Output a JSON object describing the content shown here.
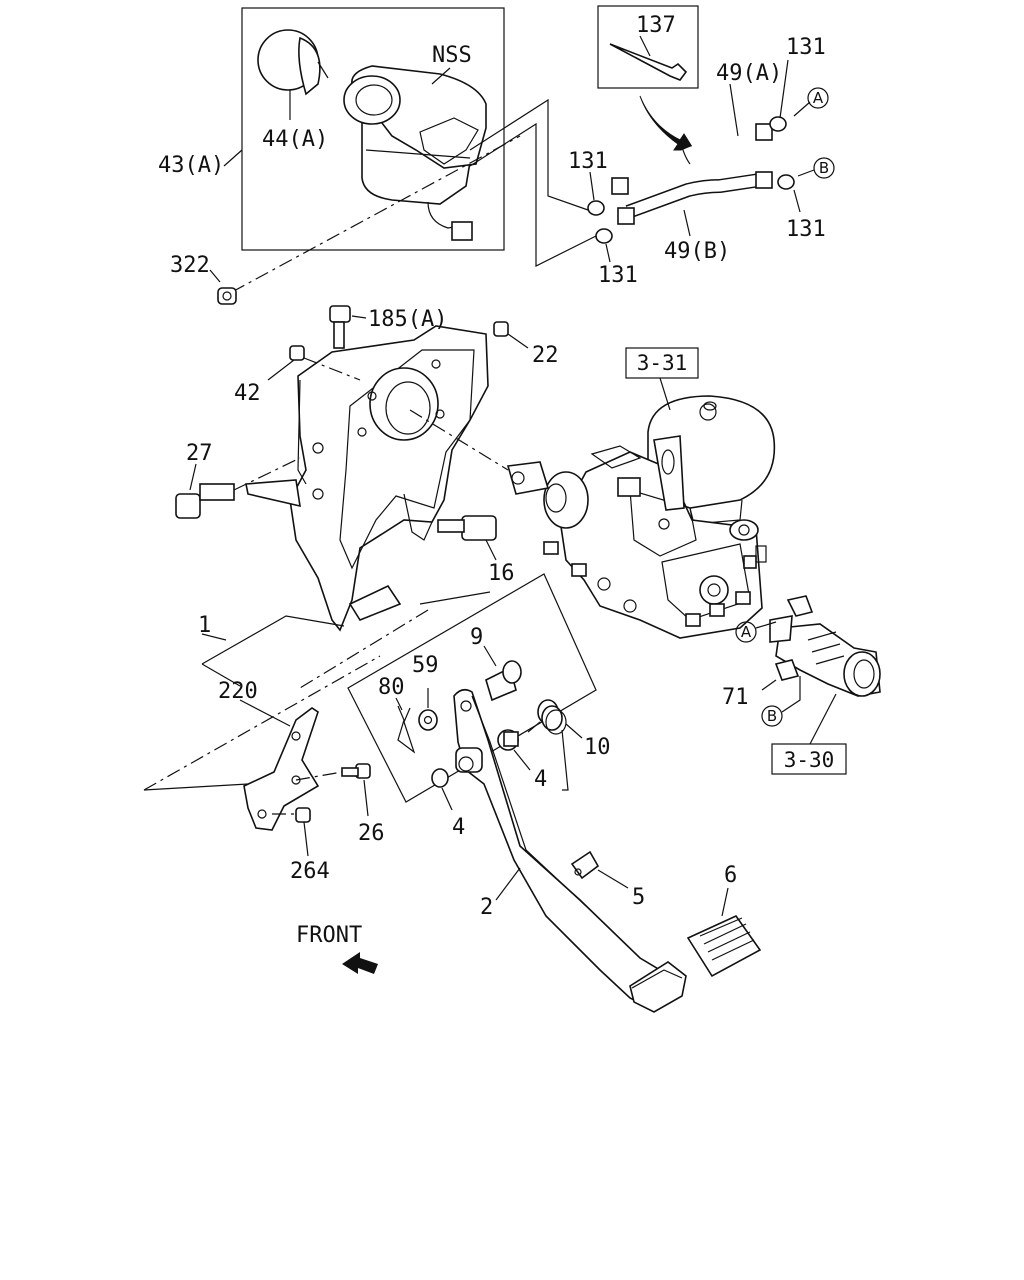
{
  "labels": {
    "nss": "NSS",
    "p137": "137",
    "p131_top": "131",
    "p49a": "49(A)",
    "p44a": "44(A)",
    "p43a": "43(A)",
    "p131_mid": "131",
    "p131_right": "131",
    "p131_low": "131",
    "p49b": "49(B)",
    "p322": "322",
    "p185a": "185(A)",
    "p22": "22",
    "p42": "42",
    "p27": "27",
    "p16": "16",
    "p1": "1",
    "p220": "220",
    "p9": "9",
    "p59": "59",
    "p80": "80",
    "p10": "10",
    "p4_right": "4",
    "p4_left": "4",
    "p26": "26",
    "p264": "264",
    "p2": "2",
    "p5": "5",
    "p6": "6",
    "p71": "71",
    "front": "FRONT"
  },
  "ref_boxes": {
    "r331": "3-31",
    "r330": "3-30"
  },
  "connectors": {
    "a_top": "A",
    "b_top": "B",
    "a_low": "A",
    "b_low": "B"
  }
}
